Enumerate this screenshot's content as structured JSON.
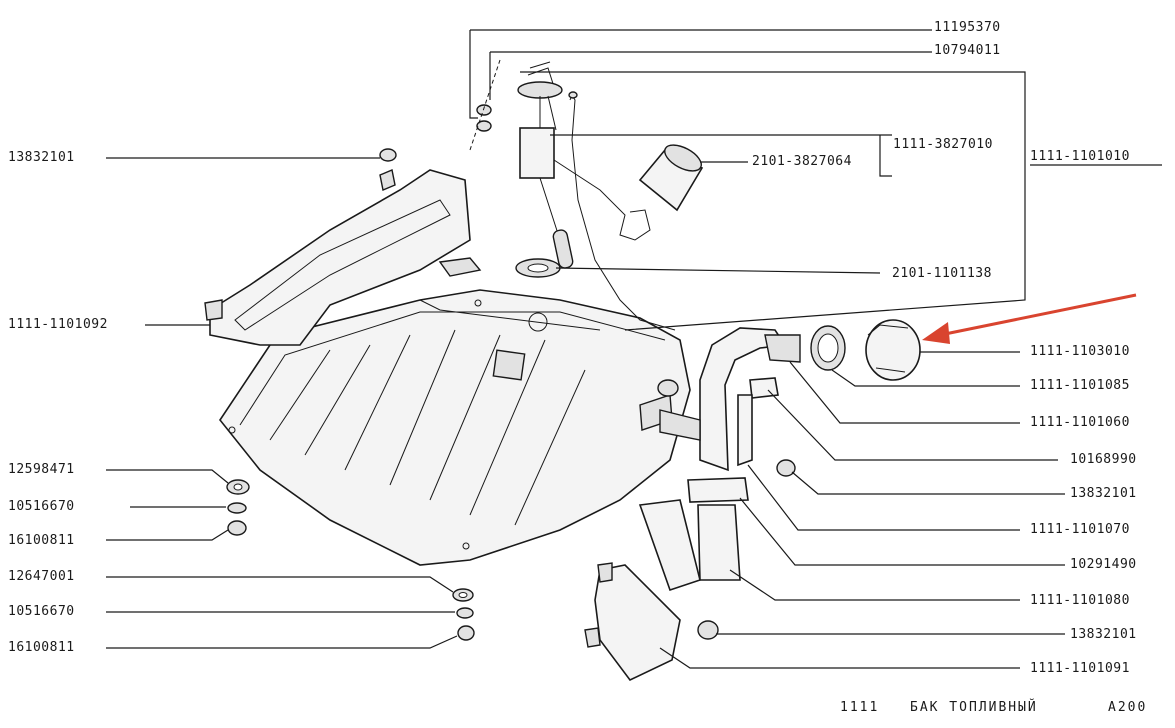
{
  "labels": {
    "p11195370": "11195370",
    "p10794011": "10794011",
    "p13832101_a": "13832101",
    "p1111_3827010": "1111-3827010",
    "p1111_1101010": "1111-1101010",
    "p2101_3827064": "2101-3827064",
    "p2101_1101138": "2101-1101138",
    "p1111_1101092": "1111-1101092",
    "p1111_1103010": "1111-1103010",
    "p1111_1101085": "1111-1101085",
    "p1111_1101060": "1111-1101060",
    "p10168990": "10168990",
    "p13832101_b": "13832101",
    "p1111_1101070": "1111-1101070",
    "p10291490": "10291490",
    "p1111_1101080": "1111-1101080",
    "p13832101_c": "13832101",
    "p1111_1101091": "1111-1101091",
    "p12598471": "12598471",
    "p10516670_a": "10516670",
    "p16100811_a": "16100811",
    "p12647001": "12647001",
    "p10516670_b": "10516670",
    "p16100811_b": "16100811"
  },
  "footer": {
    "model": "1111",
    "title": "БАК ТОПЛИВНЫЙ",
    "code": "А200"
  },
  "colors": {
    "ink": "#1a1a1a",
    "arrow": "#d9442f"
  }
}
